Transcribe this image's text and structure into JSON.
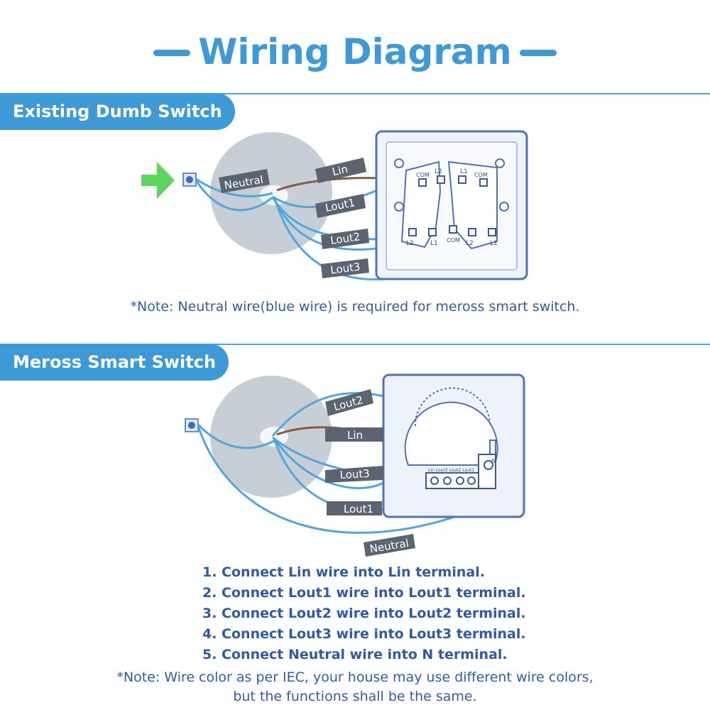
{
  "title": "Wiring Diagram",
  "sections": [
    {
      "header": "Existing Dumb Switch",
      "labels": {
        "neutral": "Neutral",
        "lin": "Lin",
        "lout1": "Lout1",
        "lout2": "Lout2",
        "lout3": "Lout3"
      },
      "terminals": {
        "com_left": "COM",
        "l2_top": "L2",
        "l1_top": "L1",
        "com_right": "COM",
        "l2_bl": "L2",
        "l1_bl": "L1",
        "com_bottom": "COM",
        "l2_br": "L2",
        "l1_br": "L1"
      },
      "note": "*Note: Neutral wire(blue wire) is required for meross smart switch."
    },
    {
      "header": "Meross Smart Switch",
      "labels": {
        "lout2": "Lout2",
        "lin": "Lin",
        "lout3": "Lout3",
        "lout1": "Lout1",
        "neutral": "Neutral"
      },
      "terminal_strip": {
        "labels": "Lin Lout3 Lout2 Lout1",
        "n": "N"
      }
    }
  ],
  "steps": [
    "1. Connect Lin wire into Lin terminal.",
    "2. Connect Lout1 wire into Lout1 terminal.",
    "3. Connect Lout2 wire into Lout2 terminal.",
    "4. Connect Lout3 wire into Lout3 terminal.",
    "5. Connect Neutral wire into N terminal."
  ],
  "footer_note": [
    "*Note: Wire color as per IEC, your house may use different wire colors,",
    "but the functions shall be the same."
  ],
  "colors": {
    "accent": "#3d9ad6",
    "wire_blue": "#4fa7dd",
    "wire_brown": "#8a5a3b",
    "label_gray": "#5b6470",
    "arrow_green": "#5cd65c",
    "text_blue": "#2e5aa7"
  }
}
